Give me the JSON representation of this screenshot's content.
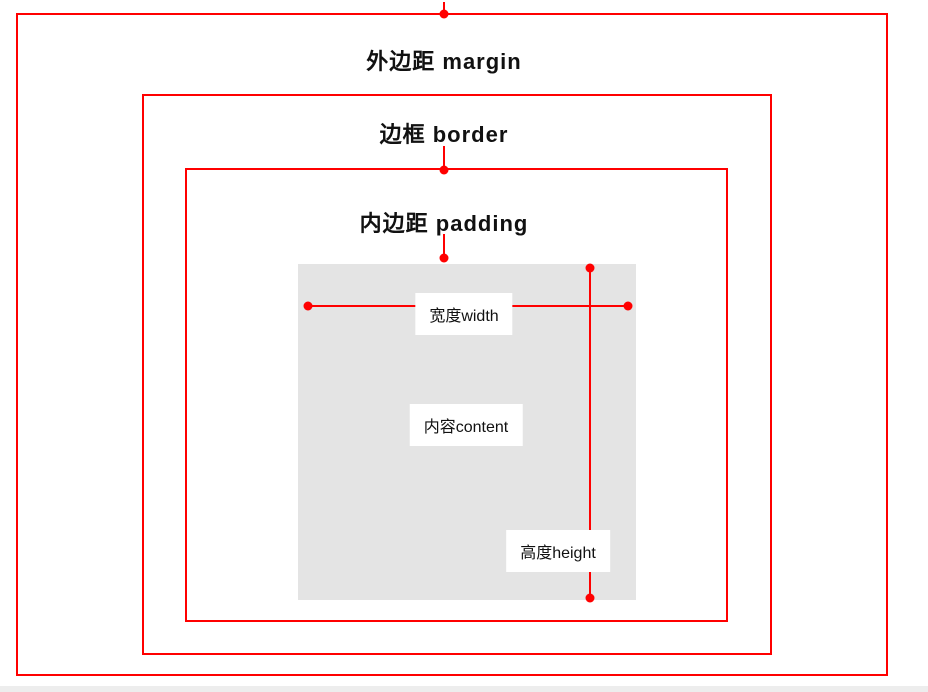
{
  "diagram": {
    "margin_label": "外边距 margin",
    "border_label": "边框 border",
    "padding_label": "内边距 padding",
    "width_label": "宽度width",
    "content_label": "内容content",
    "height_label": "高度height"
  },
  "colors": {
    "accent": "#ff0000",
    "content_bg": "#e4e4e4",
    "text": "#111111"
  }
}
